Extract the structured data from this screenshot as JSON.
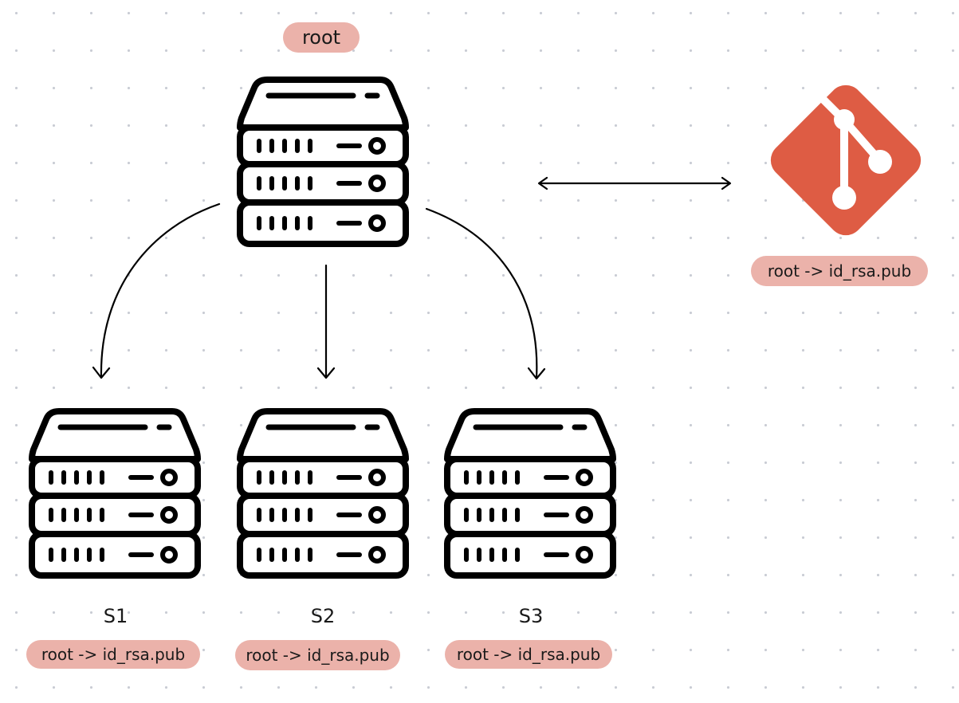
{
  "root_server": {
    "label": "root"
  },
  "git_repo": {
    "icon": "git-logo-icon",
    "color": "#de5c44",
    "label": "root -> id_rsa.pub"
  },
  "servers": [
    {
      "name": "S1",
      "label": "root -> id_rsa.pub"
    },
    {
      "name": "S2",
      "label": "root -> id_rsa.pub"
    },
    {
      "name": "S3",
      "label": "root -> id_rsa.pub"
    }
  ],
  "colors": {
    "highlight": "#ebb2aa",
    "stroke": "#000000",
    "dots": "#c9ccd4"
  }
}
